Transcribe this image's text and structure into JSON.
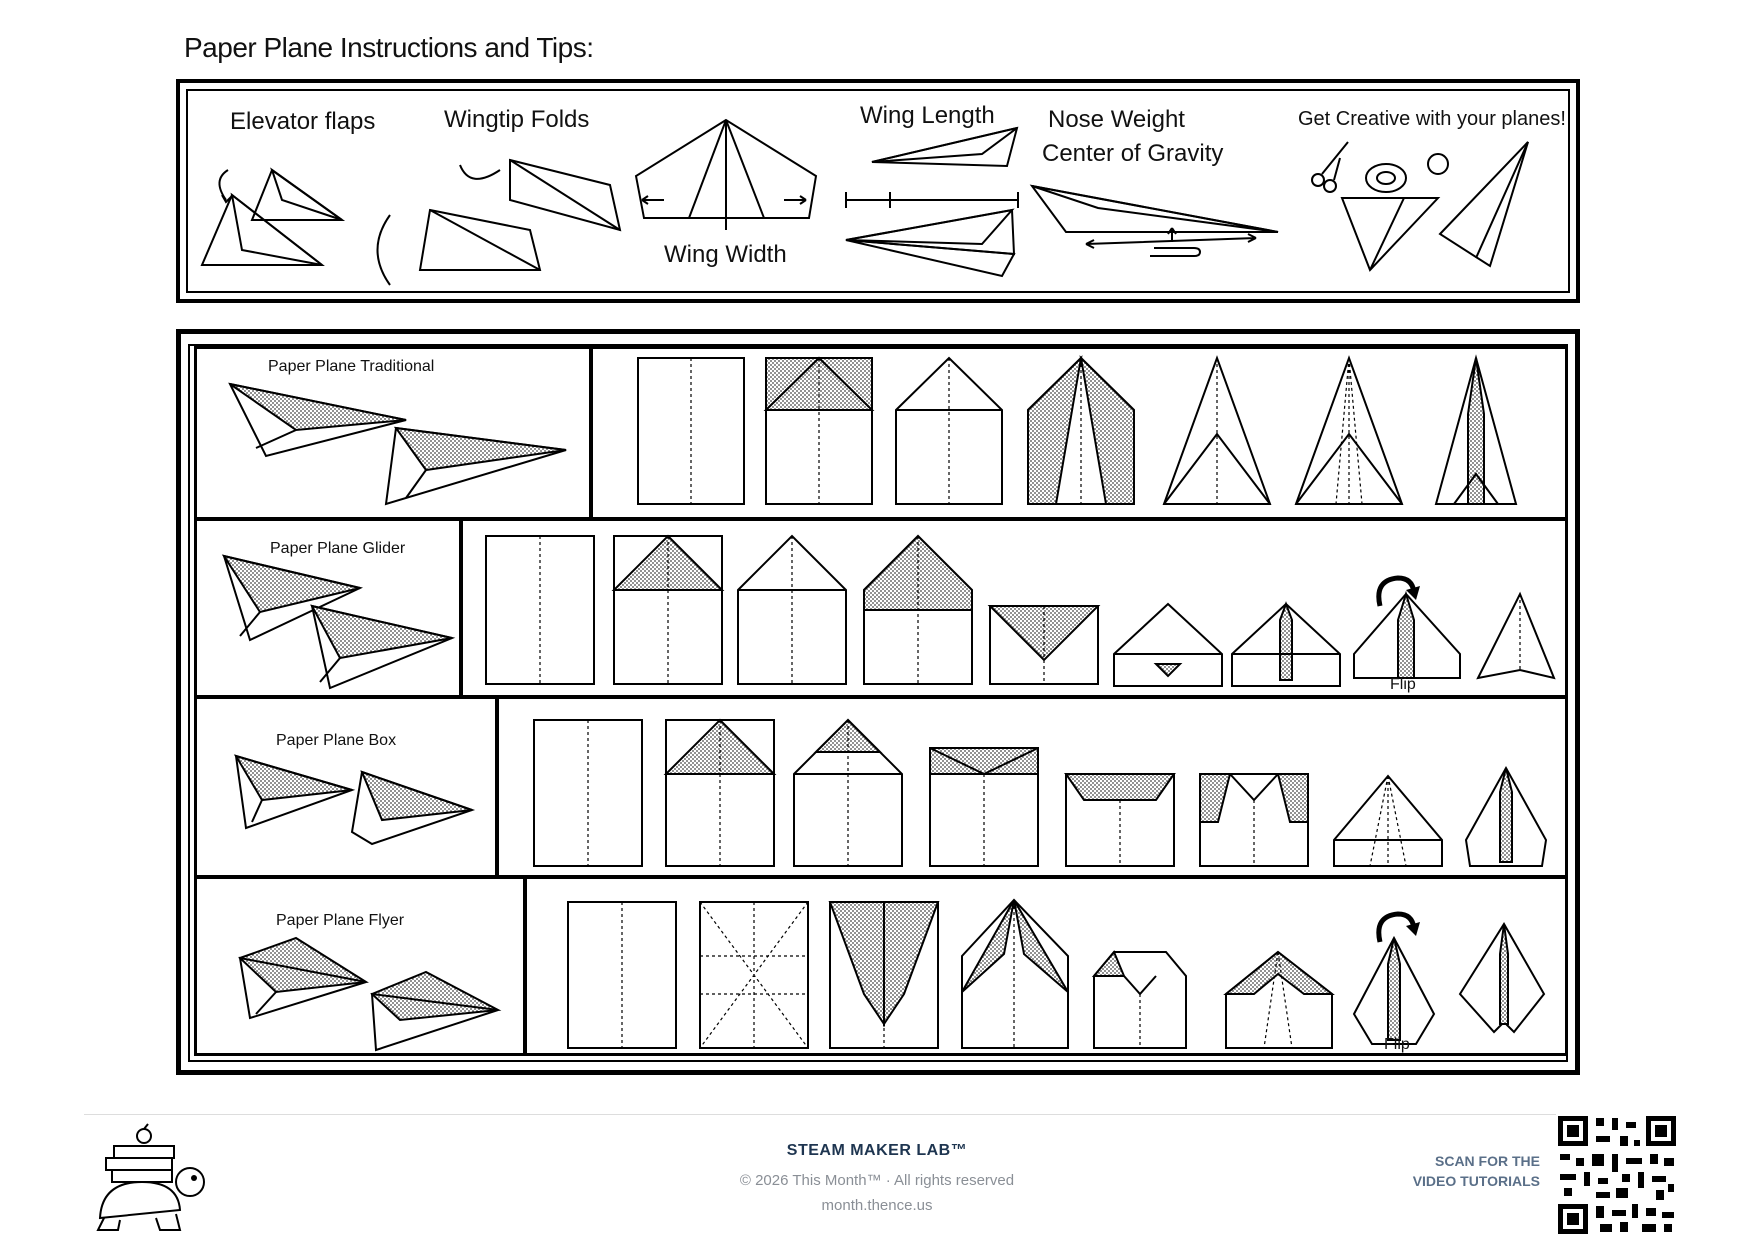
{
  "title": "Paper Plane Instructions and Tips:",
  "tips": {
    "elevator_flaps": "Elevator flaps",
    "wingtip_folds": "Wingtip Folds",
    "wing_width": "Wing Width",
    "wing_length": "Wing Length",
    "nose_weight": "Nose Weight",
    "center_of_gravity": "Center of Gravity",
    "get_creative": "Get Creative with your planes!"
  },
  "planes": {
    "traditional": {
      "label": "Paper Plane Traditional"
    },
    "glider": {
      "label": "Paper Plane Glider",
      "flip": "Flip"
    },
    "box": {
      "label": "Paper Plane Box"
    },
    "flyer": {
      "label": "Paper Plane Flyer",
      "flip": "Flip"
    }
  },
  "footer": {
    "brand": "STEAM MAKER LAB™",
    "copyright": "© 2026 This Month™  ·  All rights reserved",
    "url": "month.thence.us",
    "scan_line1": "SCAN FOR THE",
    "scan_line2": "VIDEO TUTORIALS"
  },
  "icons": [
    "turtle-mascot-icon",
    "qr-code-icon",
    "scissors-icon",
    "tape-icon",
    "paperclip-icon",
    "rotate-arrow-icon"
  ]
}
